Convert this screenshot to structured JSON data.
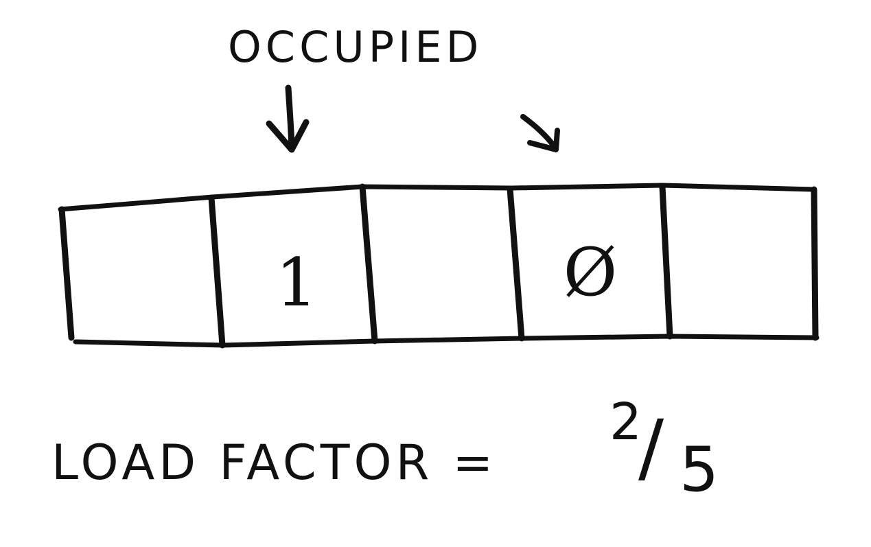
{
  "label": "OCCUPIED",
  "slots": [
    {
      "value": ""
    },
    {
      "value": "1"
    },
    {
      "value": ""
    },
    {
      "value": "Ø"
    },
    {
      "value": ""
    }
  ],
  "formula": {
    "text": "LOAD FACTOR =",
    "numerator": "2",
    "slash": "/",
    "denominator": "5"
  },
  "colors": {
    "ink": "#111111",
    "background": "#ffffff"
  }
}
